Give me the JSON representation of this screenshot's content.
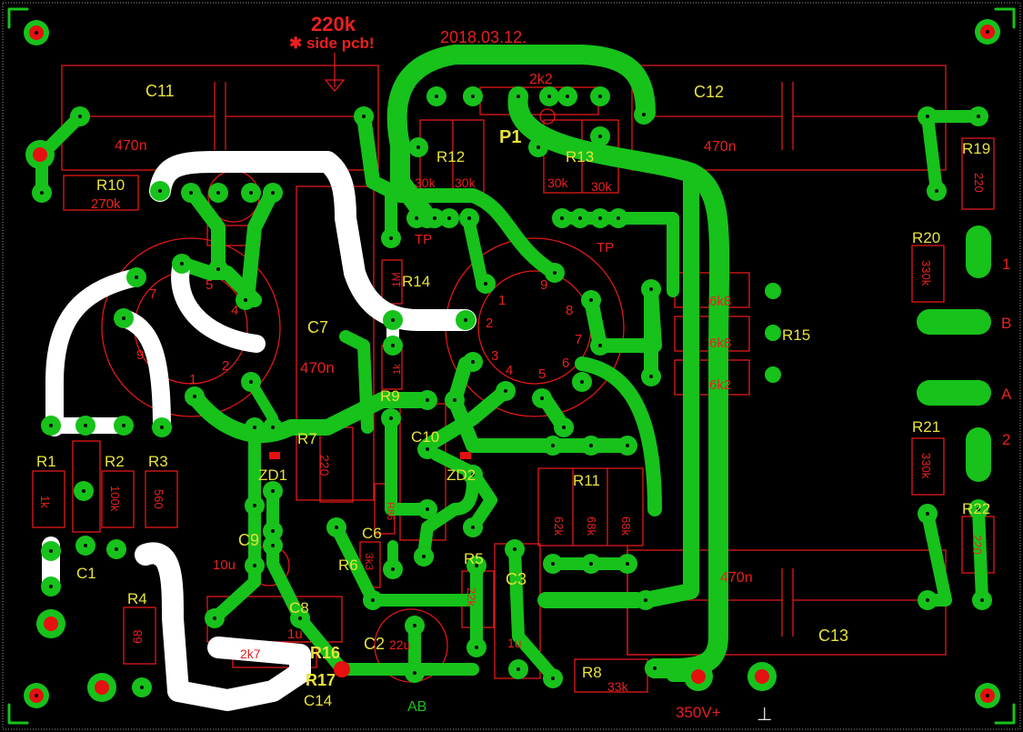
{
  "board": {
    "note_value": "220k",
    "note_text": "✱ side pcb!",
    "date": "2018.03.12.",
    "supply_label": "350V+",
    "ground_symbol": "⊥",
    "node_ab": "AB"
  },
  "components": {
    "c11": {
      "ref": "C11",
      "value": "470n"
    },
    "c12": {
      "ref": "C12",
      "value": "470n"
    },
    "c13": {
      "ref": "C13",
      "value": "470n"
    },
    "c7": {
      "ref": "C7",
      "value": "470n"
    },
    "c10": {
      "ref": "C10"
    },
    "c9": {
      "ref": "C9",
      "value": "10u"
    },
    "c8": {
      "ref": "C8",
      "value": "1u"
    },
    "c6": {
      "ref": "C6"
    },
    "c3": {
      "ref": "C3",
      "value": "1u"
    },
    "c2": {
      "ref": "C2",
      "value": "22u"
    },
    "c1": {
      "ref": "C1"
    },
    "c14": {
      "ref": "C14"
    },
    "r10": {
      "ref": "R10",
      "value": "270k"
    },
    "r12": {
      "ref": "R12",
      "value_a": "30k",
      "value_b": "30k"
    },
    "r13": {
      "ref": "R13",
      "value_a": "30k",
      "value_b": "30k"
    },
    "p1": {
      "ref": "P1",
      "value": "2k2"
    },
    "r14": {
      "ref": "R14",
      "value": "1M"
    },
    "r15": {
      "ref": "R15",
      "value_a": "6k8",
      "value_b": "6k8",
      "value_c": "6k2"
    },
    "r9": {
      "ref": "R9",
      "value": "1k"
    },
    "r7": {
      "ref": "R7",
      "value": "220"
    },
    "r1": {
      "ref": "R1",
      "value": "1k"
    },
    "r2": {
      "ref": "R2",
      "value": "100k"
    },
    "r3": {
      "ref": "R3",
      "value": "560"
    },
    "r4": {
      "ref": "R4",
      "value": "68"
    },
    "r5": {
      "ref": "R5",
      "value": "22k"
    },
    "r6": {
      "ref": "R6",
      "value": "3k3"
    },
    "r8": {
      "ref": "R8",
      "value": "33k"
    },
    "r11": {
      "ref": "R11",
      "value_a": "62k",
      "value_b": "68k",
      "value_c": "68k"
    },
    "r16": {
      "ref": "R16",
      "value": "2k7"
    },
    "r17": {
      "ref": "R17"
    },
    "r19": {
      "ref": "R19",
      "value": "220"
    },
    "r20": {
      "ref": "R20",
      "value": "330k"
    },
    "r21": {
      "ref": "R21",
      "value": "330k"
    },
    "r22": {
      "ref": "R22",
      "value": "220"
    },
    "zd1": {
      "ref": "ZD1"
    },
    "zd2": {
      "ref": "ZD2"
    },
    "r86": {
      "value": "R86"
    }
  },
  "test_points": {
    "tp_left": "TP",
    "tp_right": "TP"
  },
  "connectors": {
    "pin1": "1",
    "pin_b": "B",
    "pin_a": "A",
    "pin2": "2"
  },
  "tube_left_pins": [
    "1",
    "2",
    "4",
    "5",
    "7",
    "9"
  ],
  "tube_right_pins": [
    "1",
    "2",
    "3",
    "4",
    "5",
    "6",
    "7",
    "8",
    "9"
  ],
  "colors": {
    "copper": "#17c21b",
    "silkscreen": "#e01818",
    "label": "#e8e23a",
    "wire": "#ffffff",
    "pad_red": "#e51010",
    "background": "#000000"
  }
}
